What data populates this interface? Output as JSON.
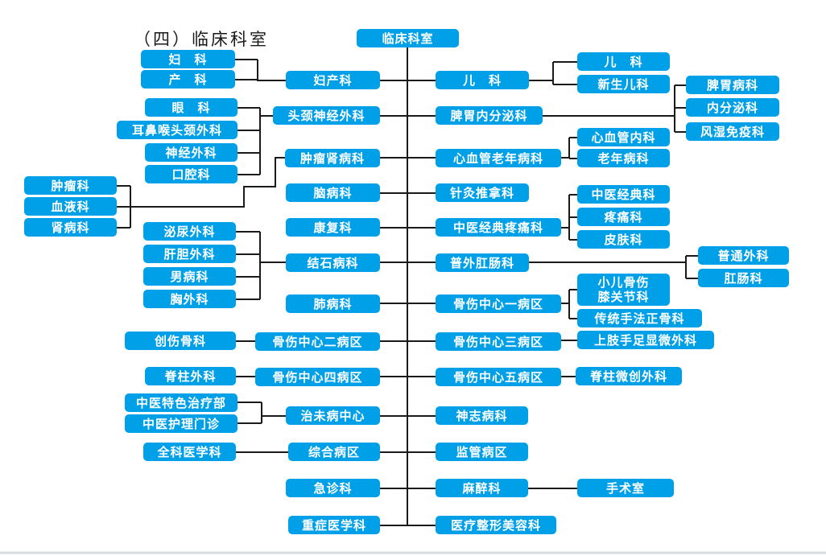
{
  "title": "（四）临床科室",
  "colors": {
    "box_blue": "#00a0e9",
    "line": "#1a1a1a",
    "page_edge": "#d7dbde"
  },
  "root": {
    "label": "临床科室"
  },
  "left_branches": [
    {
      "label": "妇产科",
      "children": [
        "妇　科",
        "产　科"
      ]
    },
    {
      "label": "头颈神经外科",
      "children": [
        "眼　科",
        "耳鼻喉头颈外科",
        "神经外科",
        "口腔科"
      ]
    },
    {
      "label": "肿瘤肾病科",
      "children": [
        "肿瘤科",
        "血液科",
        "肾病科"
      ]
    },
    {
      "label": "脑病科",
      "children": []
    },
    {
      "label": "康复科",
      "children": []
    },
    {
      "label": "结石病科",
      "children": [
        "泌尿外科",
        "肝胆外科",
        "男病科",
        "胸外科"
      ]
    },
    {
      "label": "肺病科",
      "children": []
    },
    {
      "label": "骨伤中心二病区",
      "children": [
        "创伤骨科"
      ]
    },
    {
      "label": "骨伤中心四病区",
      "children": [
        "脊柱外科"
      ]
    },
    {
      "label": "治未病中心",
      "children": [
        "中医特色治疗部",
        "中医护理门诊"
      ]
    },
    {
      "label": "综合病区",
      "children": [
        "全科医学科"
      ]
    },
    {
      "label": "急诊科",
      "children": []
    },
    {
      "label": "重症医学科",
      "children": []
    }
  ],
  "right_branches": [
    {
      "label": "儿　科",
      "children": [
        "儿　科",
        "新生儿科"
      ]
    },
    {
      "label": "脾胃内分泌科",
      "children": [
        "脾胃病科",
        "内分泌科",
        "风湿免疫科"
      ]
    },
    {
      "label": "心血管老年病科",
      "children": [
        "心血管内科",
        "老年病科"
      ]
    },
    {
      "label": "针灸推拿科",
      "children": []
    },
    {
      "label": "中医经典疼痛科",
      "children": [
        "中医经典科",
        "疼痛科",
        "皮肤科"
      ]
    },
    {
      "label": "普外肛肠科",
      "children": [
        "普通外科",
        "肛肠科"
      ]
    },
    {
      "label": "骨伤中心一病区",
      "children": [
        "小儿骨伤\n膝关节科",
        "传统手法正骨科"
      ]
    },
    {
      "label": "骨伤中心三病区",
      "children": [
        "上肢手足显微外科"
      ]
    },
    {
      "label": "骨伤中心五病区",
      "children": [
        "脊柱微创外科"
      ]
    },
    {
      "label": "神志病科",
      "children": []
    },
    {
      "label": "监管病区",
      "children": []
    },
    {
      "label": "麻醉科",
      "children": [
        "手术室"
      ]
    },
    {
      "label": "医疗整形美容科",
      "children": []
    }
  ]
}
